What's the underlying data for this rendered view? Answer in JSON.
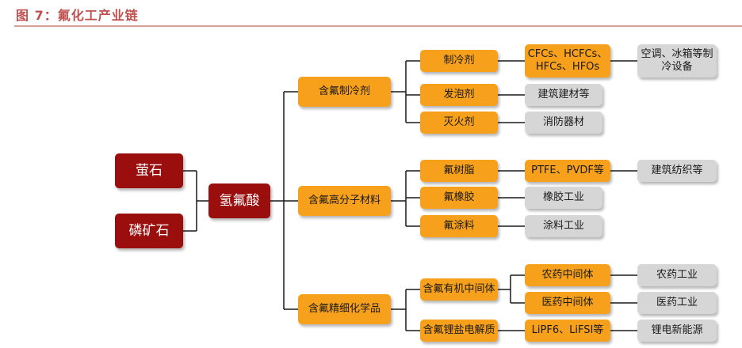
{
  "title": "图 7：氟化工产业链",
  "nodes": {
    "fluorite": "萤石",
    "phosphate_rock": "磷矿石",
    "hydrofluoric_acid": "氢氟酸",
    "fluoro_refrigerant": "含氟制冷剂",
    "fluoro_polymer": "含氟高分子材料",
    "fluoro_fine_chem": "含氟精细化学品",
    "refrigerant": "制冷剂",
    "foaming_agent": "发泡剂",
    "fire_extinguisher": "灭火剂",
    "fluoro_resin": "氟树脂",
    "fluoro_rubber": "氟橡胶",
    "fluoro_coating": "氟涂料",
    "organic_intermediate": "含氟有机中间体",
    "li_electrolyte": "含氟锂盐电解质",
    "cfcs_line1": "CFCs、HCFCs、",
    "cfcs_line2": "HFCs、HFOs",
    "building_material": "建筑建材等",
    "fire_equipment": "消防器材",
    "ptfe_pvdf": "PTFE、PVDF等",
    "rubber_industry": "橡胶工业",
    "coating_industry": "涂料工业",
    "pesticide_intermediate": "农药中间体",
    "medicine_intermediate": "医药中间体",
    "lipf6_lifsi": "LiPF6、LiFSI等",
    "ac_fridge_line1": "空调、冰箱等制",
    "ac_fridge_line2": "冷设备",
    "building_textile": "建筑纺织等",
    "pesticide_industry": "农药工业",
    "medicine_industry": "医药工业",
    "li_battery_energy": "锂电新能源"
  }
}
